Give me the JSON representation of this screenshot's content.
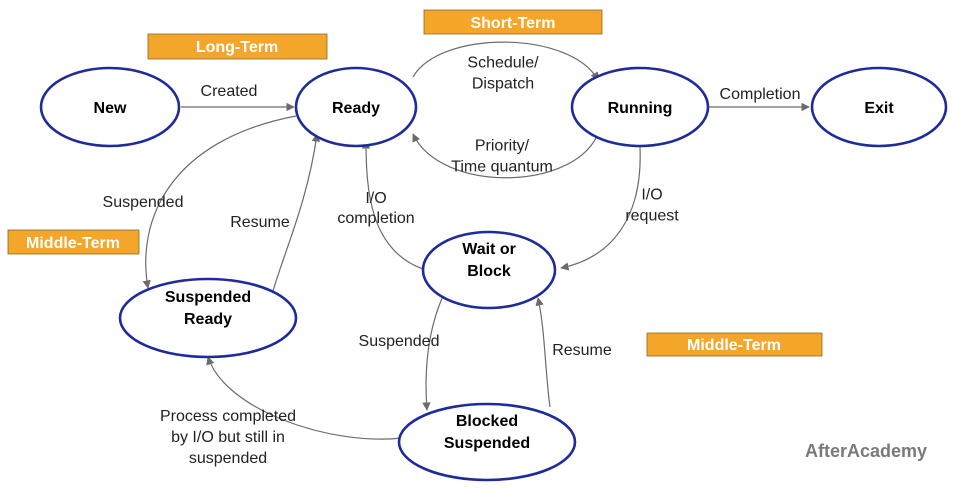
{
  "colors": {
    "node_border": "#1f2a9b",
    "tag_fill": "#f4a62a",
    "edge": "#6b6b6b",
    "brand": "#7a7a7a"
  },
  "nodes": {
    "new": [
      "New"
    ],
    "ready": [
      "Ready"
    ],
    "running": [
      "Running"
    ],
    "exit": [
      "Exit"
    ],
    "wait": [
      "Wait or",
      "Block"
    ],
    "susp_ready": [
      "Suspended",
      "Ready"
    ],
    "blocked_susp": [
      "Blocked",
      "Suspended"
    ]
  },
  "edges": {
    "created": [
      "Created"
    ],
    "schedule": [
      "Schedule/",
      "Dispatch"
    ],
    "priority": [
      "Priority/",
      "Time quantum"
    ],
    "completion": [
      "Completion"
    ],
    "io_request": [
      "I/O",
      "request"
    ],
    "io_completion": [
      "I/O",
      "completion"
    ],
    "suspended_left": [
      "Suspended"
    ],
    "resume_left": [
      "Resume"
    ],
    "suspended_mid": [
      "Suspended"
    ],
    "resume_right": [
      "Resume"
    ],
    "process_completed": [
      "Process completed",
      "by I/O but still in",
      "suspended"
    ]
  },
  "tags": {
    "long_term": "Long-Term",
    "short_term": "Short-Term",
    "middle_term_left": "Middle-Term",
    "middle_term_right": "Middle-Term"
  },
  "brand": "AfterAcademy"
}
